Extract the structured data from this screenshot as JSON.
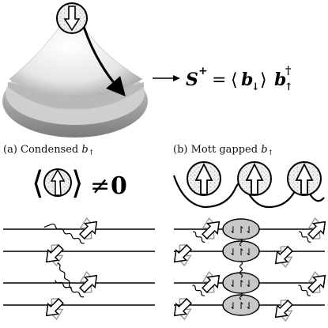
{
  "top_panel": {
    "formula_lhs": "S",
    "formula_sup": "+",
    "formula_eq": "=",
    "formula_bra": "⟨",
    "formula_b": "b",
    "formula_down": "↓",
    "formula_ket": "⟩",
    "formula_b2": "b",
    "formula_dagger": "†",
    "formula_up": "↑"
  },
  "panel_a": {
    "label_prefix": "(a) Condensed ",
    "label_b": "b",
    "label_sub": "↑",
    "expectation_lhs": "⟨",
    "expectation_rhs": "⟩",
    "neq": "≠",
    "zero": "0"
  },
  "panel_b": {
    "label_prefix": "(b) Mott gapped ",
    "label_b": "b",
    "label_sub": "↑"
  }
}
